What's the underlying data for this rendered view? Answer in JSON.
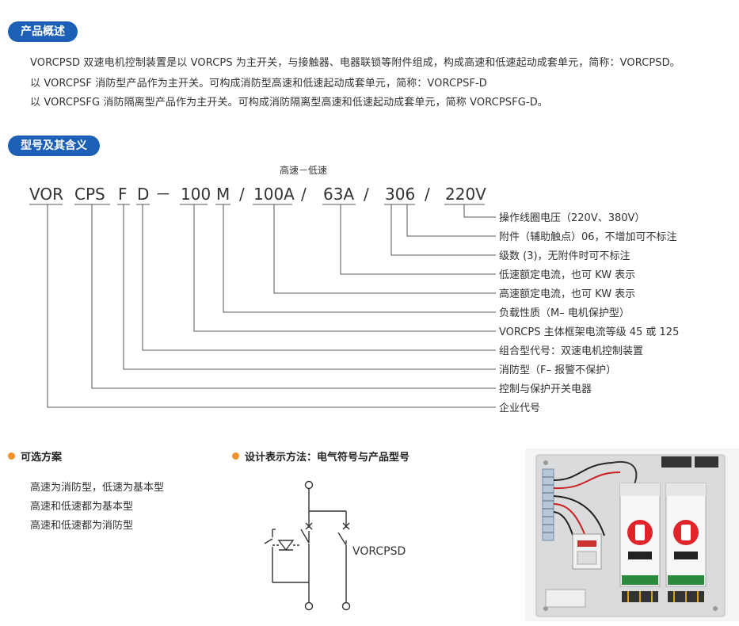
{
  "sections": {
    "overview_title": "产品概述",
    "model_title": "型号及其含义"
  },
  "overview": {
    "lines": [
      "VORCPSD 双速电机控制装置是以 VORCPS 为主开关，与接触器、电器联锁等附件组成，构成高速和低速起动成套单元，简称：VORCPSD。",
      "以 VORCPSF 消防型产品作为主开关。可构成消防型高速和低速起动成套单元，简称：VORCPSF-D",
      "以 VORCPSFG 消防隔离型产品作为主开关。可构成消防隔离型高速和低速起动成套单元，简称 VORCPSFG-D。"
    ]
  },
  "model": {
    "speed_note": "高速－低速",
    "code_parts": [
      "VOR",
      "CPS",
      "F",
      "D",
      "100",
      "M",
      "100A",
      "63A",
      "306",
      "220V"
    ],
    "dash": "－",
    "slash": "/",
    "meanings": [
      "操作线圈电压（220V、380V）",
      "附件（辅助触点）06，不增加可不标注",
      "级数 (3)，无附件时可不标注",
      "低速额定电流，也可 KW 表示",
      "高速额定电流，也可 KW 表示",
      "负载性质（M– 电机保护型）",
      "VORCPS 主体框架电流等级 45 或 125",
      "组合型代号：双速电机控制装置",
      "消防型（F– 报警不保护）",
      "控制与保护开关电器",
      "企业代号"
    ]
  },
  "options": {
    "title": "可选方案",
    "items": [
      "高速为消防型，低速为基本型",
      "高速和低速都为基本型",
      "高速和低速都为消防型"
    ]
  },
  "design": {
    "title": "设计表示方法：电气符号与产品型号",
    "symbol_label": "VORCPSD"
  },
  "colors": {
    "badge": "#1b5fb7",
    "bullet": "#f0902a",
    "panel": "#d9dbdc",
    "knob": "#e0242a"
  }
}
